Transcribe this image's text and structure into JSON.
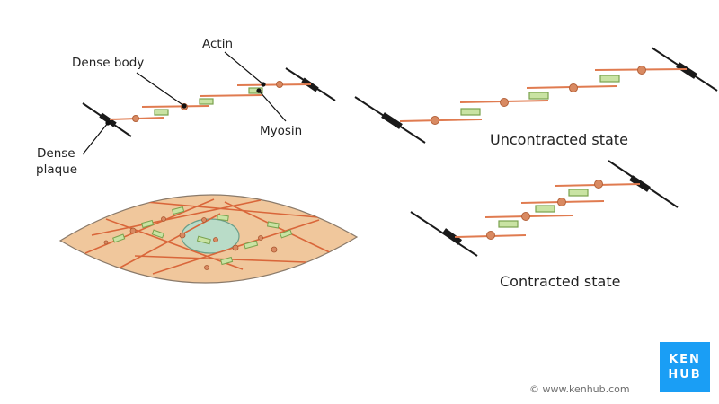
{
  "labels": {
    "actin": "Actin",
    "dense_body": "Dense body",
    "myosin": "Myosin",
    "dense_plaque_line1": "Dense",
    "dense_plaque_line2": "plaque"
  },
  "states": {
    "uncontracted": "Uncontracted state",
    "contracted": "Contracted state"
  },
  "logo": {
    "line1": "KEN",
    "line2": "HUB"
  },
  "copyright": "© www.kenhub.com",
  "colors": {
    "actin": "#e07b50",
    "myosin_fill": "#c9e3a3",
    "myosin_stroke": "#7aa24e",
    "dense_body": "#d98a62",
    "plaque": "#1a1a1a",
    "cell_fill": "#f0c79c",
    "nucleus_fill": "#b9dcc8",
    "logo_bg": "#1a9ef5"
  }
}
